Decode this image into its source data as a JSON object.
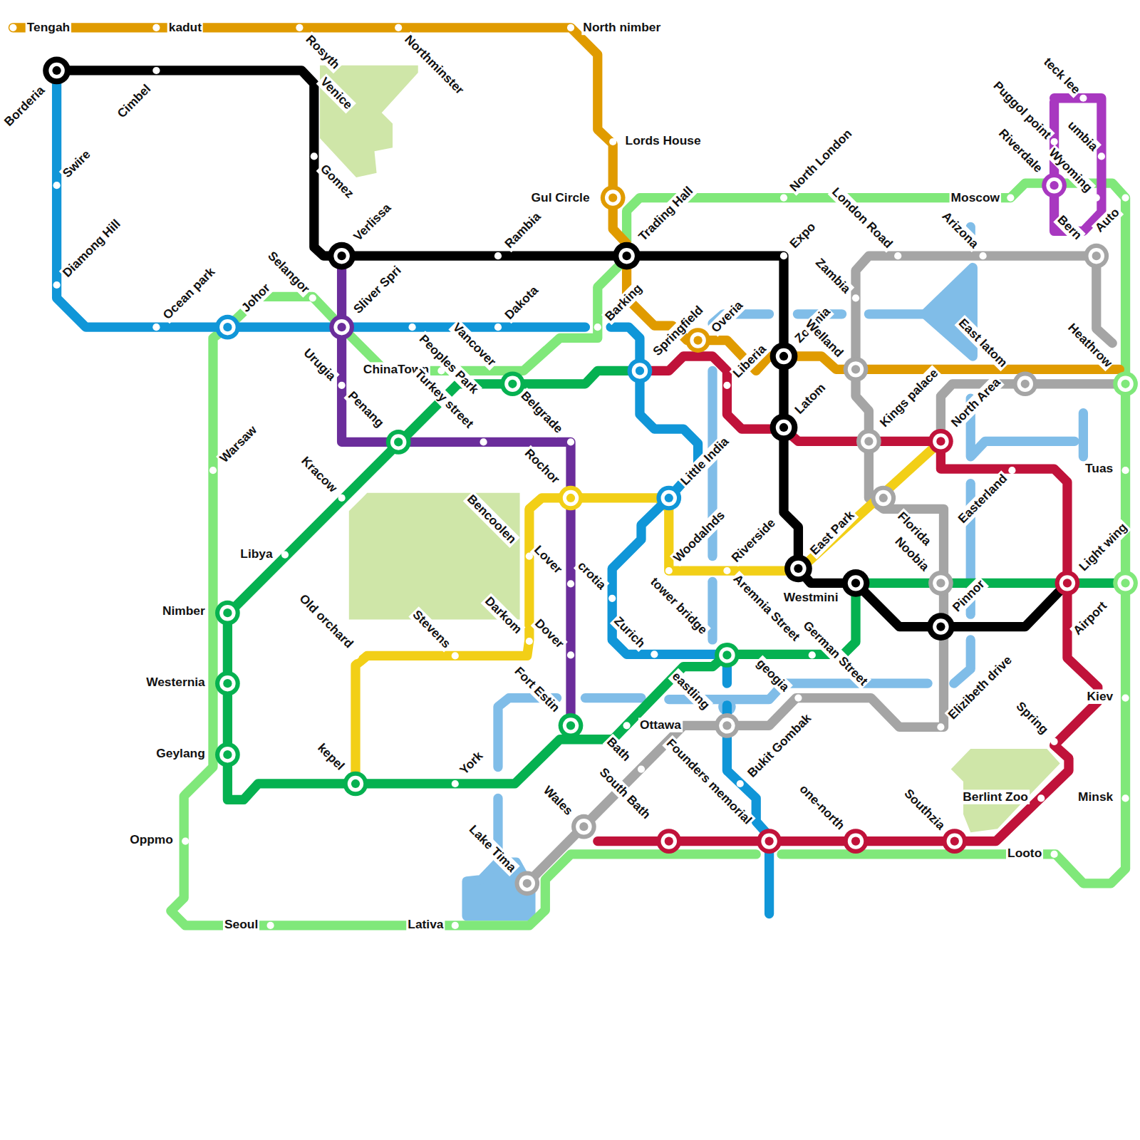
{
  "diagram": {
    "labels": [
      "Tengah",
      "kadut",
      "North nimber",
      "Rosyth",
      "Northminster",
      "Borderia",
      "Cimbel",
      "Venice",
      "Gomez",
      "Swire",
      "Diamong Hill",
      "Lords House",
      "Gul Circle",
      "Trading Hall",
      "North London",
      "Moscow",
      "London Road",
      "Arizona",
      "teck lee",
      "Puggol point",
      "umbia",
      "Riverdale",
      "Wyoming",
      "Auto",
      "Bern",
      "Verlissa",
      "Rambia",
      "Expo",
      "Selangor",
      "Ocean park",
      "Johor",
      "Sliver Spri",
      "Dakota",
      "Barking",
      "Zambia",
      "Heathrow",
      "Springfield",
      "Overia",
      "Zoomia",
      "Welland",
      "East latom",
      "Urugia",
      "ChinaTown",
      "Peoples Park",
      "Vancover",
      "Liberia",
      "Belgrade",
      "Latom",
      "Turkey street",
      "Penang",
      "Kings palace",
      "North Area",
      "Warsaw",
      "Kracow",
      "Rochor",
      "Little India",
      "Tuas",
      "Easterland",
      "Bencoolen",
      "Florida",
      "Woodalnds",
      "Riverside",
      "East Park",
      "Libya",
      "Lover",
      "crotia",
      "Noobia",
      "Westmini",
      "Light wing",
      "Nimber",
      "Old orchard",
      "Stevens",
      "Darkom",
      "Dover",
      "tower bridge",
      "Aremnia Street",
      "Pinnor",
      "Airport",
      "Zurich",
      "German Street",
      "Westernia",
      "geogia",
      "Fort Estin",
      "eastling",
      "Elizibeth drive",
      "Kiev",
      "Ottawa",
      "Founders memorial",
      "Bukit Gombak",
      "Spring",
      "Geylang",
      "kepel",
      "York",
      "Bath",
      "Berlint Zoo",
      "Minsk",
      "Wales",
      "South Bath",
      "one-north",
      "Southzia",
      "Oppmo",
      "Lake Tima",
      "Looto",
      "Seoul",
      "Lativa"
    ]
  }
}
